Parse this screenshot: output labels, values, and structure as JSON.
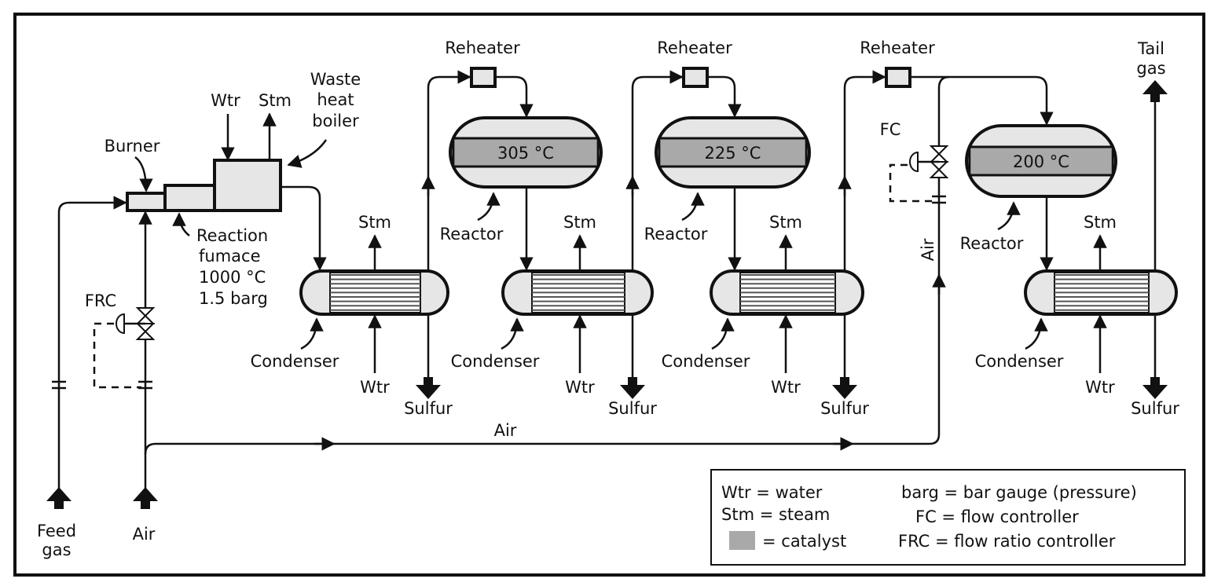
{
  "colors": {
    "line": "#111111",
    "vessel_fill": "#e6e6e6",
    "catalyst": "#a9a9a9",
    "background": "#ffffff"
  },
  "labels": {
    "reheater": "Reheater",
    "tail_gas": [
      "Tail",
      "gas"
    ],
    "wtr": "Wtr",
    "stm": "Stm",
    "waste_heat_boiler": [
      "Waste",
      "heat",
      "boiler"
    ],
    "burner": "Burner",
    "reaction_furnace": [
      "Reaction",
      "fumace",
      "1000 °C",
      "1.5 barg"
    ],
    "condenser": "Condenser",
    "reactor": "Reactor",
    "sulfur": "Sulfur",
    "air": "Air",
    "feed_gas": [
      "Feed",
      "gas"
    ],
    "frc": "FRC",
    "fc": "FC"
  },
  "reactors": [
    {
      "temperature": "305 °C"
    },
    {
      "temperature": "225 °C"
    },
    {
      "temperature": "200 °C"
    }
  ],
  "legend": {
    "left": [
      "Wtr = water",
      "Stm = steam",
      "= catalyst"
    ],
    "right": [
      "barg = bar gauge (pressure)",
      "FC = flow controller",
      "FRC = flow ratio controller"
    ]
  }
}
